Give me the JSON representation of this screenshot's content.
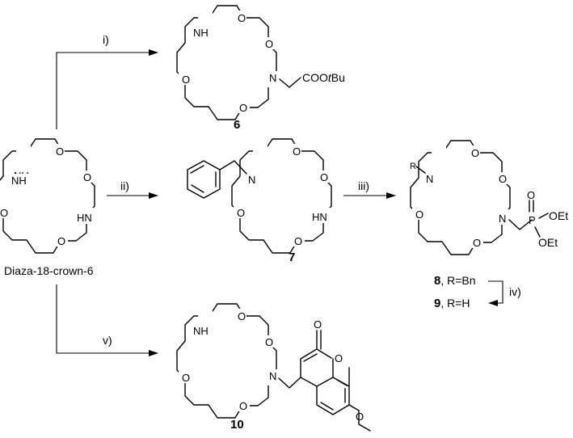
{
  "compounds": {
    "c6": {
      "number": "6",
      "nh": "NH",
      "n": "N",
      "substituent_a": "COO",
      "substituent_t": "t",
      "substituent_b": "Bu"
    },
    "c7": {
      "number": "7",
      "n": "N",
      "nh": "HN"
    },
    "c8": {
      "number": "8",
      "label_suffix": ", R=Bn",
      "r": "R",
      "n1": "N",
      "n2": "N",
      "p": "P",
      "oet1": "OEt",
      "oet2": "OEt"
    },
    "c9": {
      "number": "9",
      "label_suffix": ", R=H"
    },
    "c10": {
      "number": "10",
      "nh": "NH",
      "n": "N",
      "carbonyl_o": "O"
    },
    "start": {
      "name": "Diaza-18-crown-6",
      "nh1": "NH",
      "nh2": "HN"
    }
  },
  "ring_oxygen": "O",
  "reagents": {
    "i": "i)",
    "ii": "ii)",
    "iii": "iii)",
    "iv": "iv)",
    "v": "v)"
  }
}
